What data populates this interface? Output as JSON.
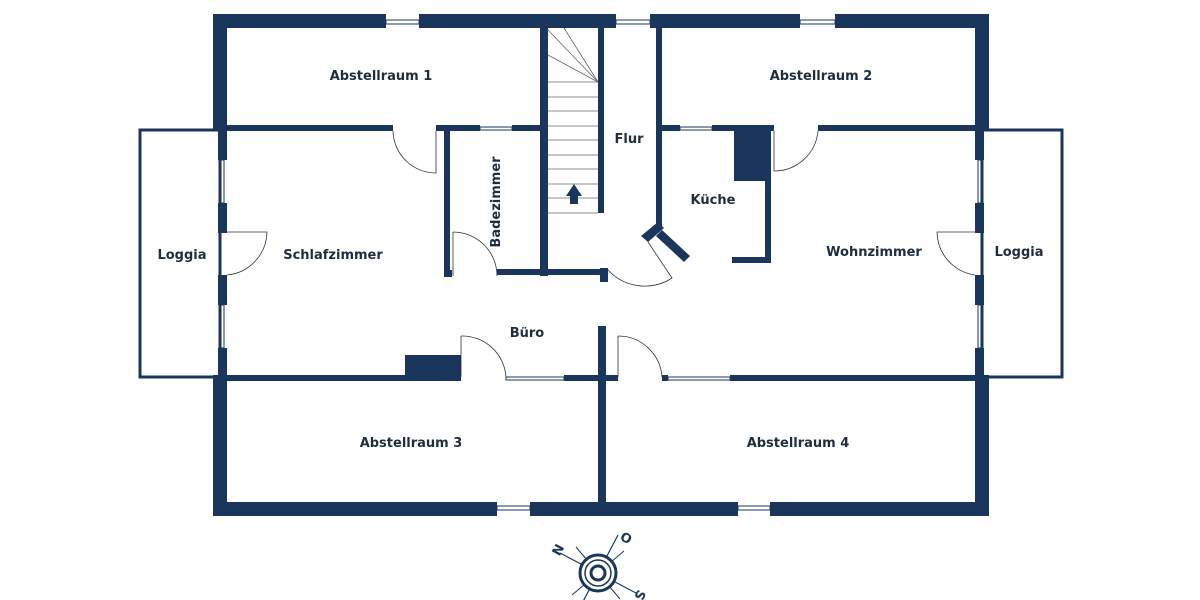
{
  "floorplan": {
    "wall_color": "#1b365d",
    "label_color": "#1f2d3d",
    "rooms": {
      "abstellraum1": "Abstellraum 1",
      "abstellraum2": "Abstellraum 2",
      "abstellraum3": "Abstellraum 3",
      "abstellraum4": "Abstellraum 4",
      "flur": "Flur",
      "badezimmer": "Badezimmer",
      "kueche": "Küche",
      "schlafzimmer": "Schlafzimmer",
      "wohnzimmer": "Wohnzimmer",
      "buero": "Büro",
      "loggia_left": "Loggia",
      "loggia_right": "Loggia"
    },
    "compass": {
      "north": "N",
      "east": "O",
      "south": "S"
    }
  }
}
